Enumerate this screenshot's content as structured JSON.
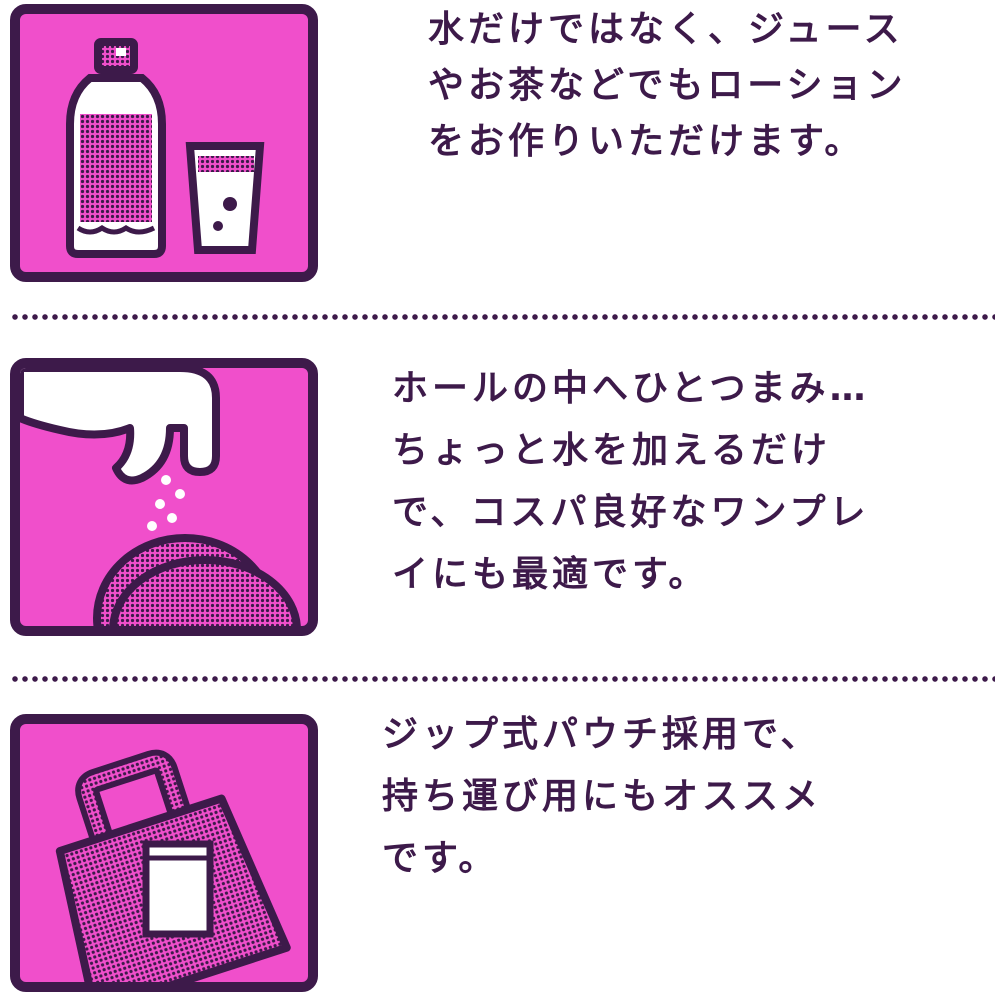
{
  "colors": {
    "pink": "#f04fcb",
    "purple": "#3d1a4a",
    "white": "#ffffff"
  },
  "features": [
    {
      "icon": "bottle-and-glass-icon",
      "lines": [
        "水だけではなく、ジュース",
        "やお茶などでもローション",
        "をお作りいただけます。"
      ]
    },
    {
      "icon": "pinching-powder-icon",
      "lines": [
        "ホールの中へひとつまみ…",
        "ちょっと水を加えるだけ",
        "で、コスパ良好なワンプレ",
        "イにも最適です。"
      ]
    },
    {
      "icon": "tote-bag-pouch-icon",
      "lines": [
        "ジップ式パウチ採用で、",
        "持ち運び用にもオススメ",
        "です。"
      ]
    }
  ]
}
